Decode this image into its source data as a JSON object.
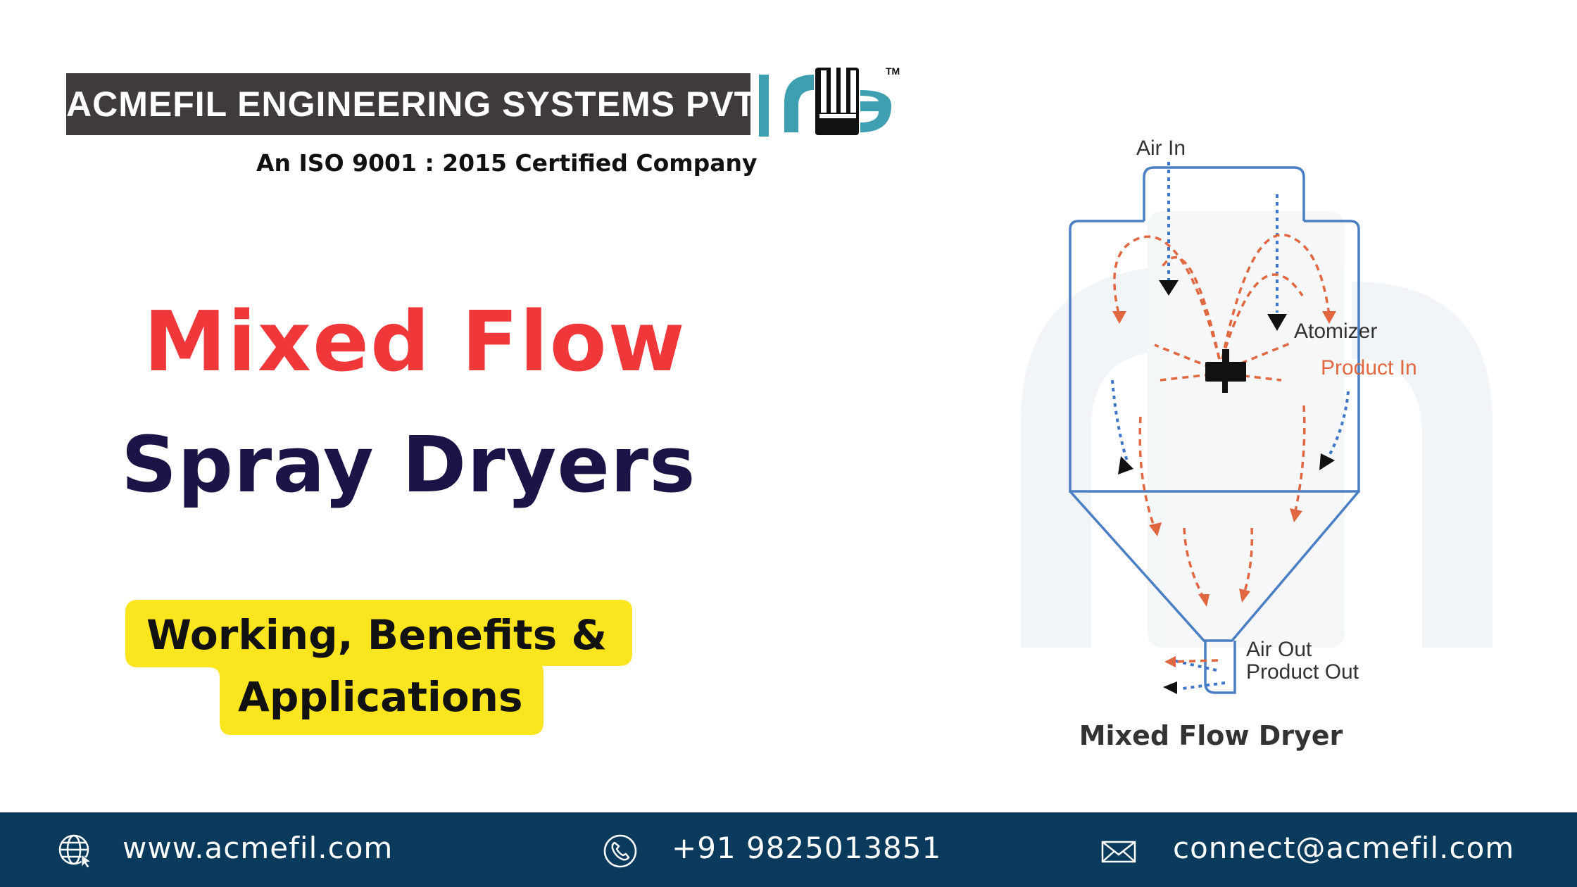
{
  "header": {
    "company_name": "ACMEFIL ENGINEERING SYSTEMS PVT. LTD.",
    "trademark": "TM",
    "certification": "An ISO 9001 : 2015 Certified Company"
  },
  "hero": {
    "title_line1": "Mixed Flow",
    "title_line2": "Spray Dryers",
    "subtitle_line1": "Working, Benefits &",
    "subtitle_line2": "Applications"
  },
  "diagram": {
    "air_in": "Air In",
    "atomizer": "Atomizer",
    "product_in": "Product In",
    "air_out": "Air Out",
    "product_out": "Product Out",
    "caption": "Mixed Flow Dryer"
  },
  "footer": {
    "website": "www.acmefil.com",
    "phone": "+91 9825013851",
    "email": "connect@acmefil.com"
  },
  "colors": {
    "red": "#f0373a",
    "navy": "#1b1446",
    "highlight": "#fbe51f",
    "footer_bg": "#0a3a5c",
    "teal": "#3d9fb0",
    "air_flow": "#3e77c8",
    "product_flow": "#e0673f"
  }
}
